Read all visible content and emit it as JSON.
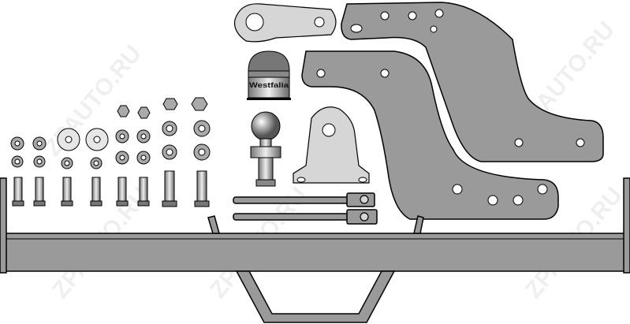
{
  "title": "Tow hitch kit parts diagram",
  "watermark": "ZPAUTO.RU",
  "ball_cover_label": "Westfalia",
  "colors": {
    "part_fill": "#9a9a9a",
    "light_fill": "#d6d6d6",
    "outline": "#000000"
  }
}
